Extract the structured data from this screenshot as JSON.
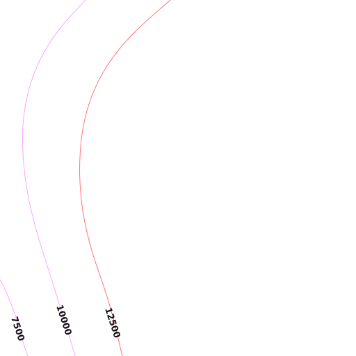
{
  "map": {
    "background_color": "#ffffff",
    "contours": [
      {
        "id": "c7500",
        "label": "7500",
        "color": "#ff99ff"
      },
      {
        "id": "c10000",
        "label": "10000",
        "color": "#ff99ff"
      },
      {
        "id": "c12500",
        "label": "12500",
        "color": "#ff6666"
      }
    ]
  }
}
